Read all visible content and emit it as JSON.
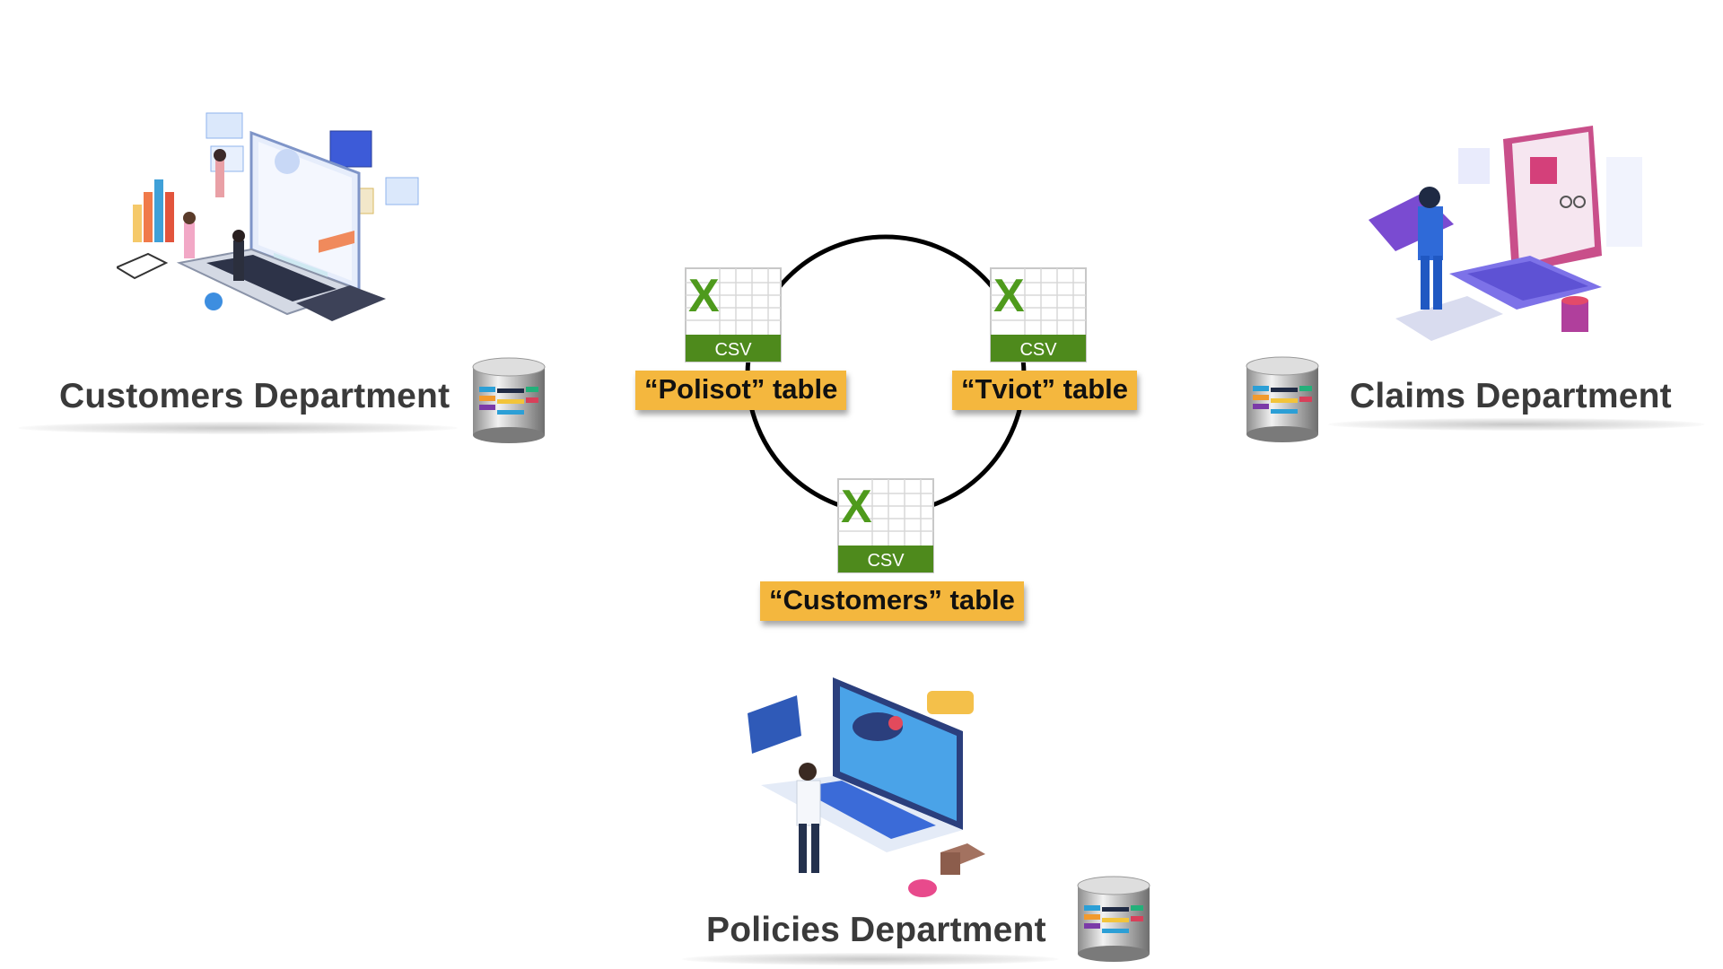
{
  "departments": {
    "customers": {
      "label": "Customers Department",
      "icon": "laptop-team-illustration"
    },
    "claims": {
      "label": "Claims Department",
      "icon": "person-laptop-illustration"
    },
    "policies": {
      "label": "Policies Department",
      "icon": "shopping-laptop-illustration"
    }
  },
  "tables": {
    "polisot": {
      "label": "“Polisot” table",
      "file_badge": "CSV"
    },
    "tviot": {
      "label": "“Tviot” table",
      "file_badge": "CSV"
    },
    "customers": {
      "label": "“Customers” table",
      "file_badge": "CSV"
    }
  },
  "icons": {
    "csv_letter": "X",
    "database": "database-icon"
  },
  "colors": {
    "label_background": "#f4b73e",
    "csv_green": "#4e8a1c",
    "department_text": "#3a3a3a"
  }
}
